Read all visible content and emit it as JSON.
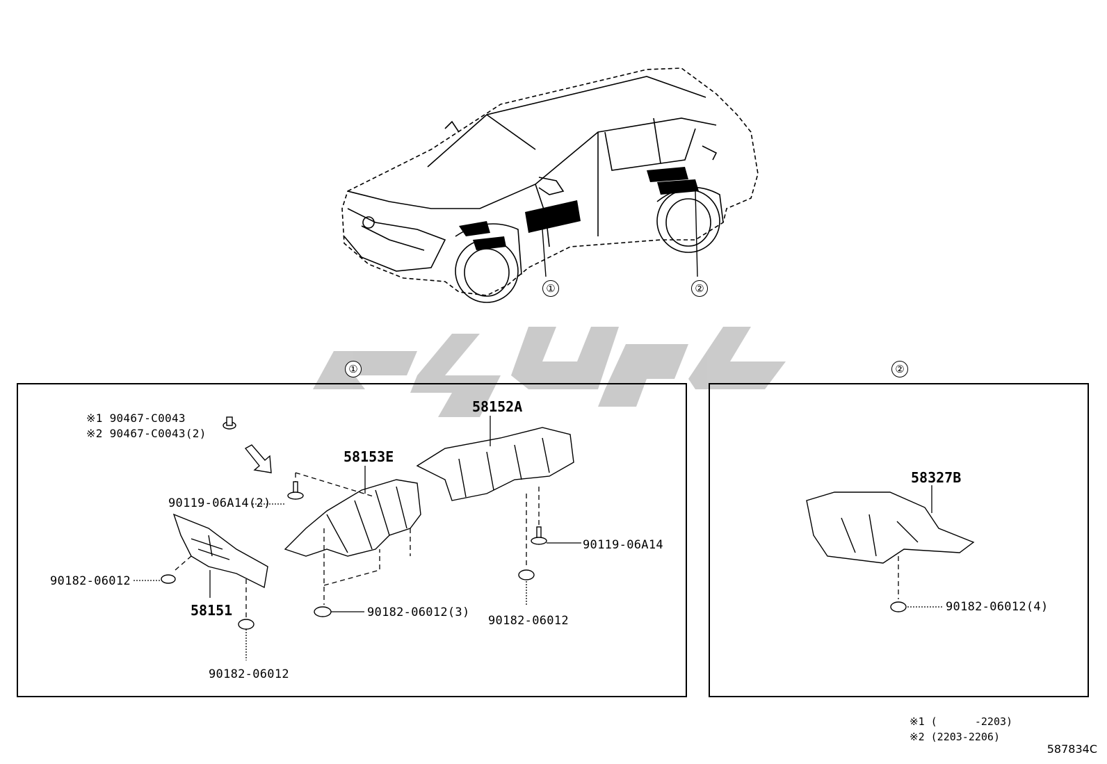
{
  "callouts": {
    "one": "①",
    "two": "②"
  },
  "panel1": {
    "clip_note_1": "※1 90467-C0043",
    "clip_note_2": "※2 90467-C0043(2)",
    "bolt_left": "90119-06A14(2)",
    "bolt_right": "90119-06A14",
    "nut_left": "90182-06012",
    "nut_bottom_left": "90182-06012",
    "nut_middle": "90182-06012(3)",
    "nut_right": "90182-06012",
    "part_58151": "58151",
    "part_58153E": "58153E",
    "part_58152A": "58152A"
  },
  "panel2": {
    "part_58327B": "58327B",
    "nut": "90182-06012(4)"
  },
  "footnotes": {
    "n1": "※1 (      -2203)",
    "n2": "※2 (2203-2206)"
  },
  "diagram_code": "587834C",
  "watermark_color": "#c8c8c8"
}
